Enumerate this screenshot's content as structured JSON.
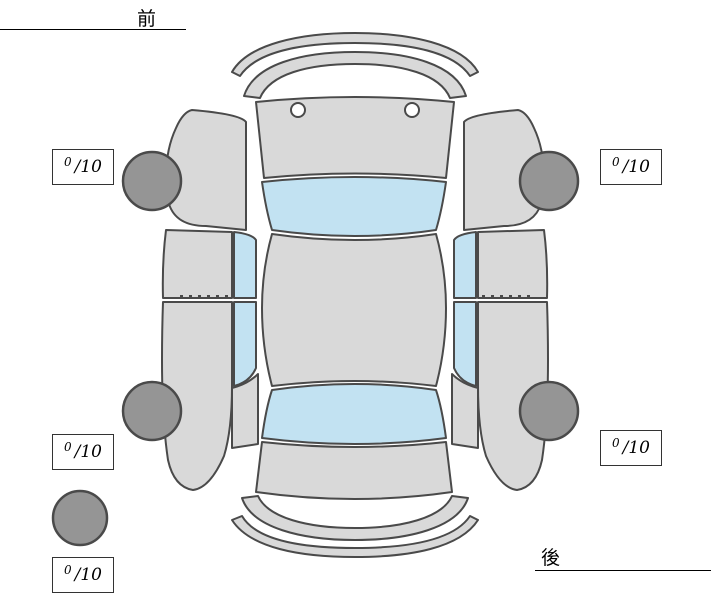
{
  "orientation": {
    "front_label": "前",
    "rear_label": "後"
  },
  "score_boxes": {
    "front_left": {
      "value": "0",
      "max": "/10"
    },
    "front_right": {
      "value": "0",
      "max": "/10"
    },
    "rear_left": {
      "value": "0",
      "max": "/10"
    },
    "rear_right": {
      "value": "0",
      "max": "/10"
    },
    "spare": {
      "value": "0",
      "max": "/10"
    }
  },
  "colors": {
    "body": "#d9d9d9",
    "glass": "#c2e2f2",
    "wheel": "#959595",
    "outline": "#4a4a4a"
  }
}
